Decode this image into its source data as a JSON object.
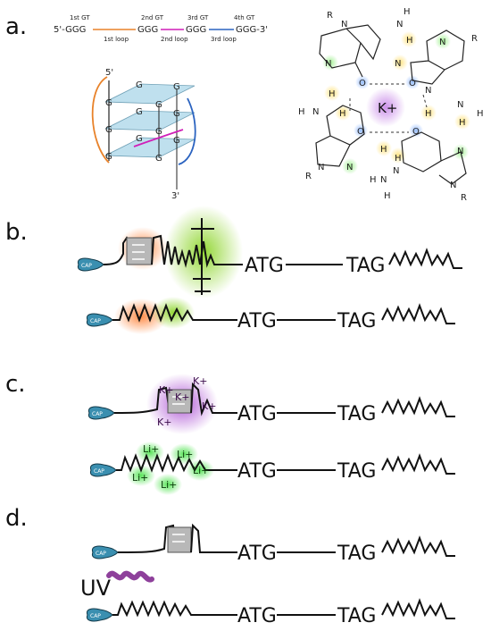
{
  "panels": {
    "a": "a.",
    "b": "b.",
    "c": "c.",
    "d": "d."
  },
  "sequence": {
    "gt_labels": [
      "1st GT",
      "2nd GT",
      "3rd GT",
      "4th GT"
    ],
    "segments": [
      "5'-GGG",
      "GGG",
      "GGG",
      "GGG-3'"
    ],
    "loop_labels": [
      "1st loop",
      "2nd loop",
      "3rd loop"
    ],
    "loop_colors": [
      "#e8822a",
      "#d01fb8",
      "#2b63c0"
    ]
  },
  "quadruplex": {
    "five_prime": "5'",
    "three_prime": "3'",
    "g_letter": "G"
  },
  "tetrad": {
    "center_ion": "K+",
    "atoms": {
      "N": "N",
      "H": "H",
      "O": "O",
      "R": "R"
    }
  },
  "mrna": {
    "cap": "CAP",
    "start": "ATG",
    "stop": "TAG"
  },
  "ions": {
    "potassium": [
      "K+",
      "K+",
      "K+",
      "K+",
      "K+"
    ],
    "lithium": [
      "Li+",
      "Li+",
      "Li+",
      "Li+",
      "Li+"
    ]
  },
  "uv": "UV",
  "colors": {
    "tetrad_plane": "#bfe0ee",
    "quad_box": "#b8b8b8",
    "cap_fill": "#3a8fb0",
    "glow_orange": "#ff8a3c",
    "glow_green": "#8fd630",
    "glow_purple": "#b050d8",
    "glow_li": "#4fdc4f",
    "uv_purple": "#7a1f8a"
  }
}
